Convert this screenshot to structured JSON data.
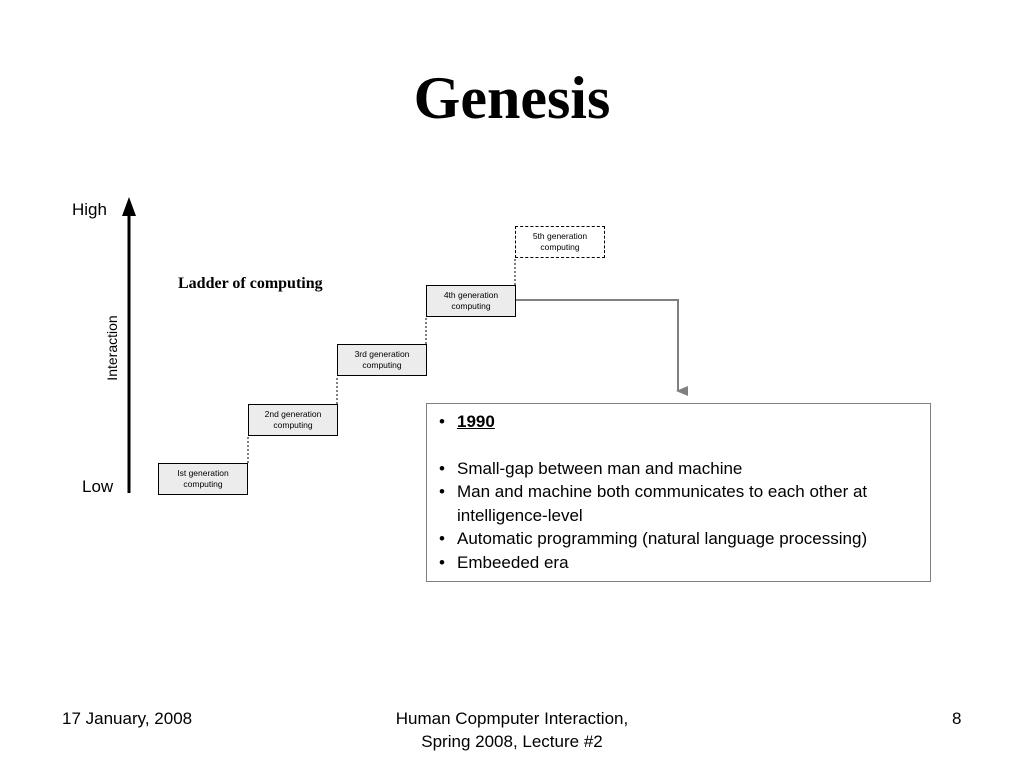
{
  "slide": {
    "title": "Genesis",
    "ladder_title": "Ladder of computing"
  },
  "axis": {
    "high": "High",
    "low": "Low",
    "label": "Interaction"
  },
  "steps": [
    {
      "line1": "Ist  generation",
      "line2": "computing",
      "style": "solid"
    },
    {
      "line1": "2nd generation",
      "line2": "computing",
      "style": "solid"
    },
    {
      "line1": "3rd  generation",
      "line2": "computing",
      "style": "solid"
    },
    {
      "line1": "4th  generation",
      "line2": "computing",
      "style": "solid"
    },
    {
      "line1": "5th generation",
      "line2": "computing",
      "style": "dashed"
    }
  ],
  "info_box": {
    "bullet_glyph": "•",
    "year": "1990",
    "items": [
      "Small-gap between man and machine",
      "Man and machine both communicates to each other at intelligence-level",
      "Automatic programming (natural language processing)",
      "Embeeded era"
    ]
  },
  "footer": {
    "date": "17 January, 2008",
    "course_line1": "Human Copmputer Interaction,",
    "course_line2": "Spring 2008, Lecture #2",
    "page_number": "8"
  },
  "colors": {
    "step_fill": "#ececec",
    "connector": "#808080",
    "box_border": "#808080"
  }
}
